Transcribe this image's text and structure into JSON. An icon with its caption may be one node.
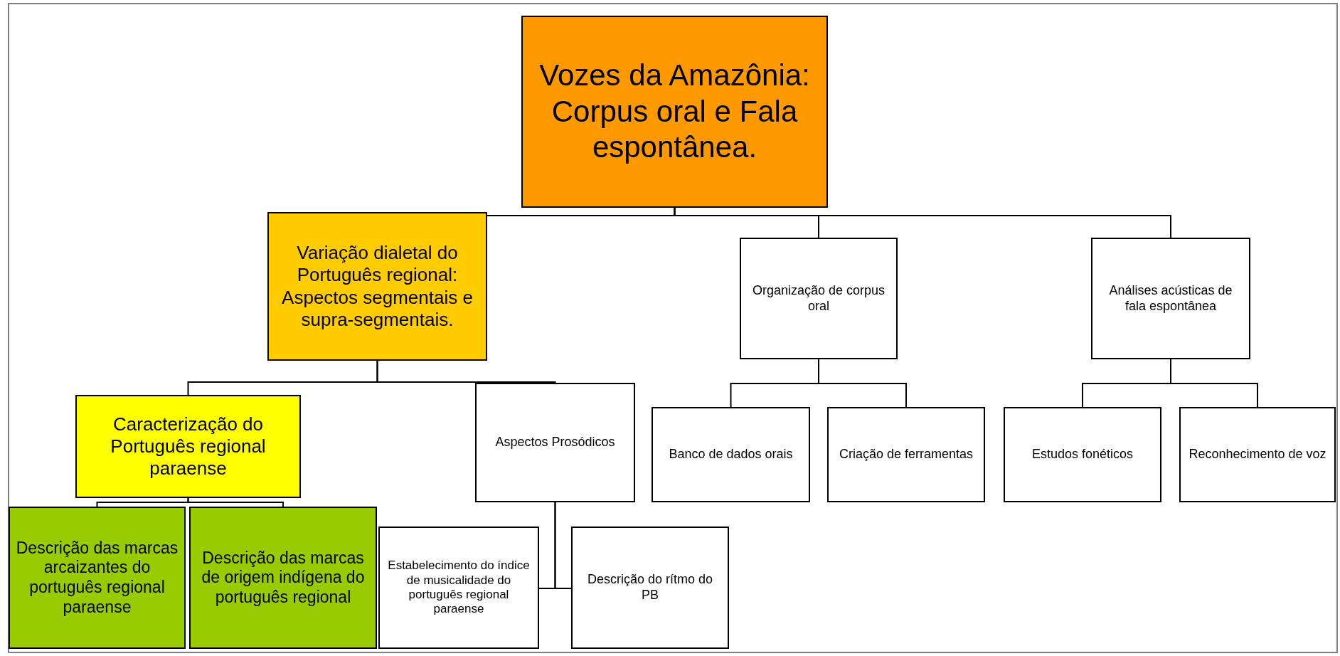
{
  "diagram": {
    "nodes": [
      {
        "text": [
          "Vozes da Amazônia: Corpus oral e Fala espontânea."
        ]
      },
      {
        "text": [
          "Variação dialetal do Português regional: Aspectos segmentais e supra-segmentais."
        ]
      },
      {
        "text": [
          "Organização de corpus oral"
        ]
      },
      {
        "text": [
          "Análises acústicas de fala espontânea"
        ]
      },
      {
        "text": [
          "Caracterização do Português regional paraense"
        ]
      },
      {
        "text": [
          "Aspectos Prosódicos"
        ]
      },
      {
        "text": [
          "Descrição das marcas arcaizantes do português regional paraense"
        ]
      },
      {
        "text": [
          "Descrição das marcas de origem indígena do português regional"
        ]
      },
      {
        "text": [
          "Estabelecimento do índice de musicalidade do português regional paraense"
        ]
      },
      {
        "text": [
          "Descrição do rítmo do PB"
        ]
      },
      {
        "text": [
          "Banco de dados orais"
        ]
      },
      {
        "text": [
          "Criação de ferramentas"
        ]
      },
      {
        "text": [
          "Estudos fonéticos"
        ]
      },
      {
        "text": [
          "Reconhecimento de voz"
        ]
      }
    ],
    "edges": [
      {
        "from": 0,
        "to": 1,
        "arrow": "none"
      },
      {
        "from": 0,
        "to": 2,
        "arrow": "none"
      },
      {
        "from": 0,
        "to": 3,
        "arrow": "none"
      },
      {
        "from": 1,
        "to": 4,
        "arrow": "none"
      },
      {
        "from": 1,
        "to": 5,
        "arrow": "none"
      },
      {
        "from": 4,
        "to": 6,
        "arrow": "none"
      },
      {
        "from": 4,
        "to": 7,
        "arrow": "none"
      },
      {
        "from": 5,
        "to": 8,
        "arrow": "none"
      },
      {
        "from": 5,
        "to": 9,
        "arrow": "none"
      },
      {
        "from": 2,
        "to": 10,
        "arrow": "none"
      },
      {
        "from": 2,
        "to": 11,
        "arrow": "none"
      },
      {
        "from": 3,
        "to": 12,
        "arrow": "none"
      },
      {
        "from": 3,
        "to": 13,
        "arrow": "none"
      }
    ]
  }
}
